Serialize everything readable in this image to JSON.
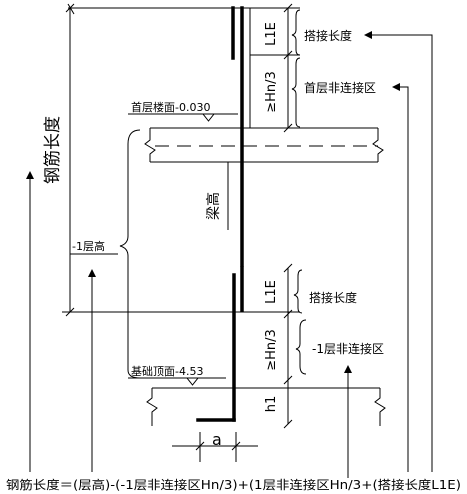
{
  "labels": {
    "rebar_length_vertical": "钢筋长度",
    "lap_length": "搭接长度",
    "l1e": "L1E",
    "hn3": "≥Hn/3",
    "first_floor_non_lap_zone": "首层非连接区",
    "first_floor_slab": "首层楼面-0.030",
    "beam_height": "梁高",
    "minus1_floor_height": "-1层高",
    "minus1_non_lap_zone": "-1层非连接区",
    "foundation_top": "基础顶面-4.53",
    "h1": "h1",
    "a": "a",
    "formula": "钢筋长度＝(层高)-(-1层非连接区Hn/3)+(1层非连接区Hn/3+(搭接长度L1E)"
  }
}
